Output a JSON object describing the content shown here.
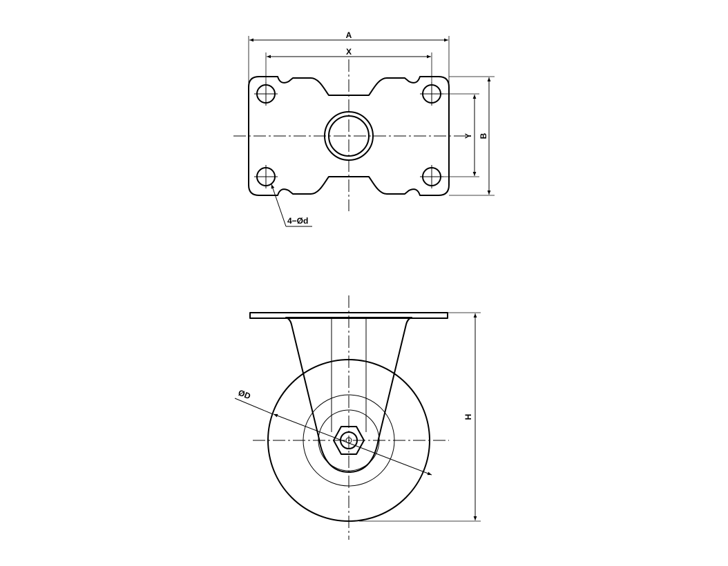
{
  "colors": {
    "part_fill": "#edf4fb",
    "line": "#000000",
    "background": "#ffffff"
  },
  "labels": {
    "dim_a": "A",
    "dim_x": "X",
    "dim_y": "Y",
    "dim_b": "B",
    "dim_h": "H",
    "hole_callout": "4−Ød",
    "wheel_diameter": "ØD"
  }
}
